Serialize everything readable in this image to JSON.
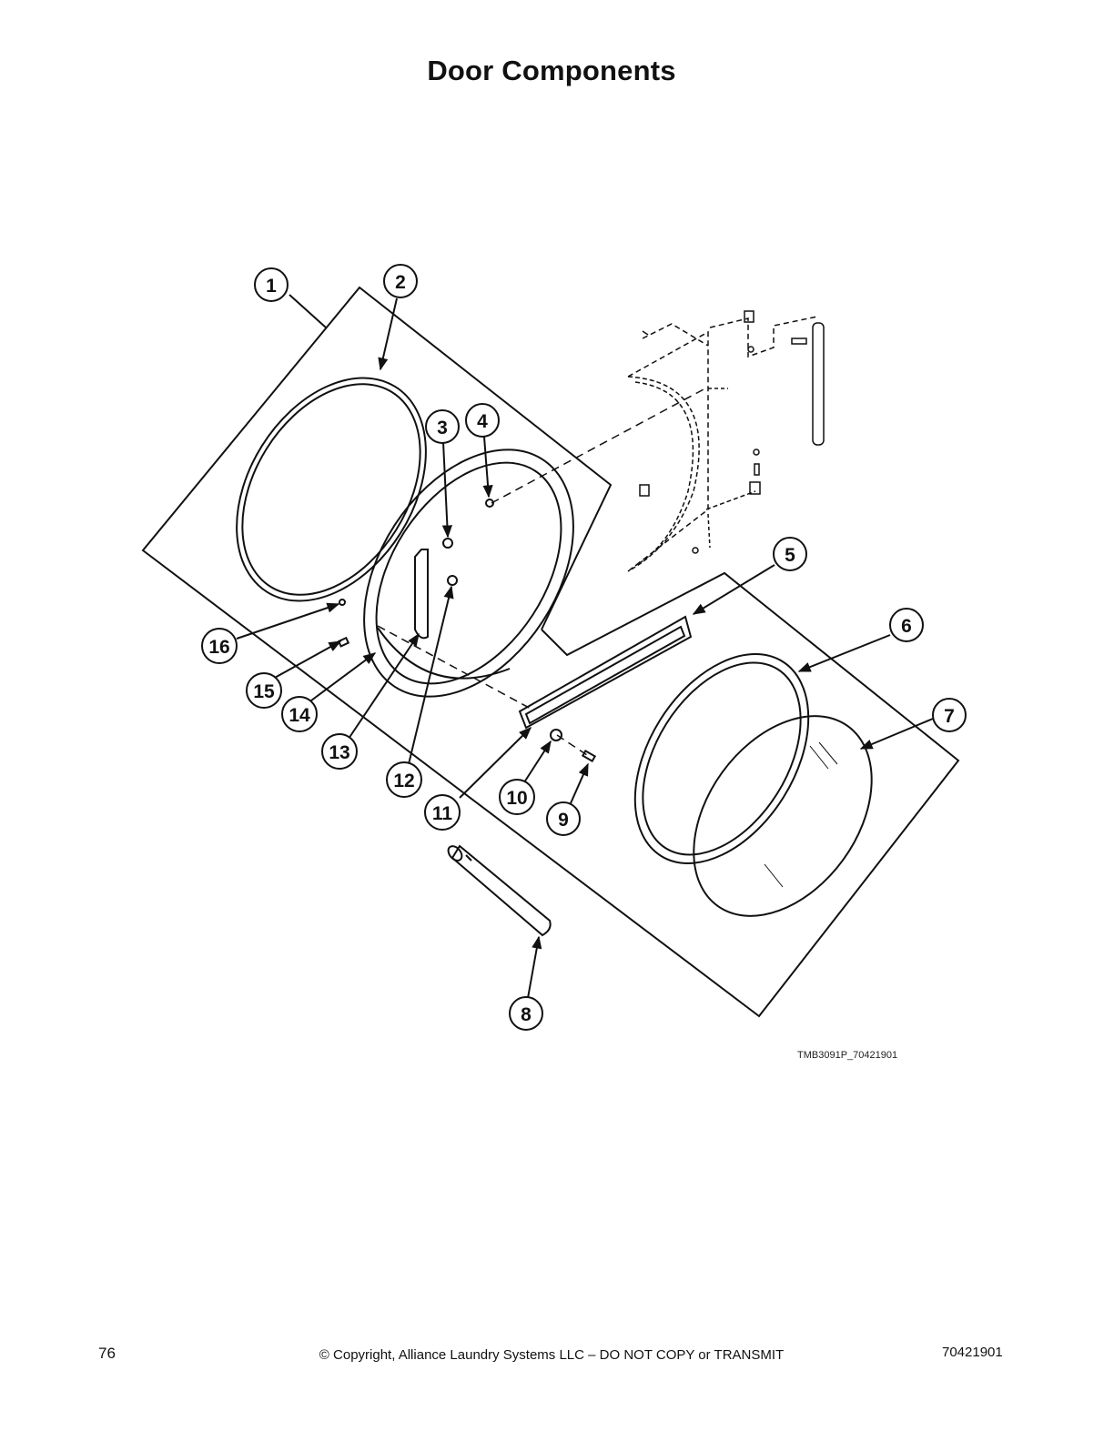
{
  "page": {
    "title": "Door Components",
    "drawing_id": "TMB3091P_70421901",
    "footer": {
      "page_number": "76",
      "copyright": "© Copyright, Alliance Laundry Systems LLC – DO NOT COPY or TRANSMIT",
      "document_number": "70421901"
    }
  },
  "diagram": {
    "callouts": [
      "1",
      "2",
      "3",
      "4",
      "5",
      "6",
      "7",
      "8",
      "9",
      "10",
      "11",
      "12",
      "13",
      "14",
      "15",
      "16"
    ]
  }
}
